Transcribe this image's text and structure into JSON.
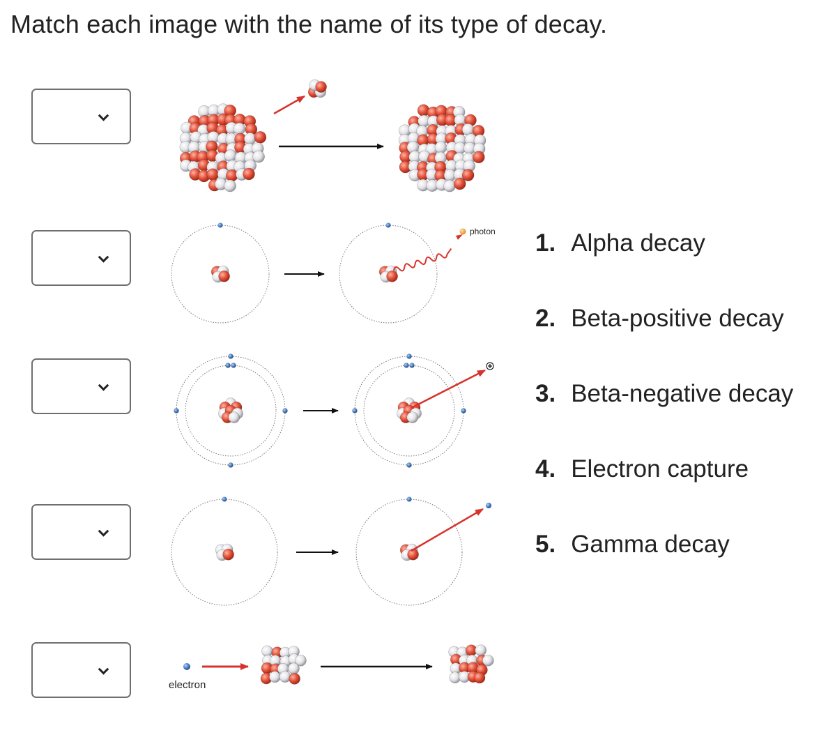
{
  "question": "Match each image with the name of its type of decay.",
  "dropdowns": [
    {
      "value": ""
    },
    {
      "value": ""
    },
    {
      "value": ""
    },
    {
      "value": ""
    },
    {
      "value": ""
    }
  ],
  "figure_labels": {
    "photon": "photon",
    "electron": "electron"
  },
  "options": [
    {
      "number": "1.",
      "label": "Alpha decay"
    },
    {
      "number": "2.",
      "label": "Beta-positive decay"
    },
    {
      "number": "3.",
      "label": "Beta-negative decay"
    },
    {
      "number": "4.",
      "label": "Electron capture"
    },
    {
      "number": "5.",
      "label": "Gamma decay"
    }
  ],
  "colors": {
    "proton": "#e0513a",
    "neutron": "#e6e6ea",
    "electron": "#4a7fc8",
    "arrow_emission": "#d8322c",
    "photon": "#f0a030"
  }
}
